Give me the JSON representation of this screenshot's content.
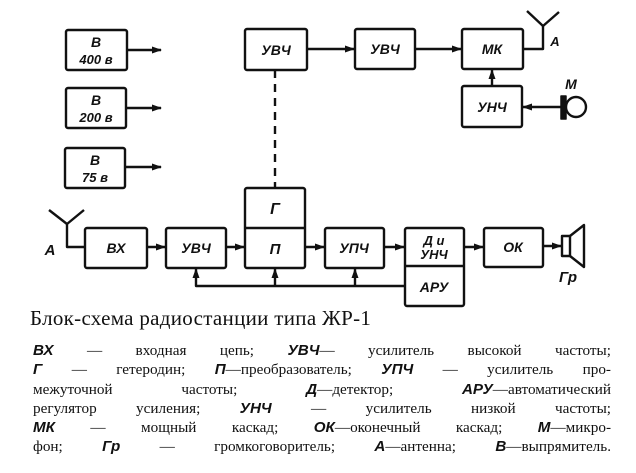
{
  "diagram": {
    "rectifiers": [
      {
        "id": "rect-400",
        "line1": "В",
        "line2": "400 в"
      },
      {
        "id": "rect-200",
        "line1": "В",
        "line2": "200 в"
      },
      {
        "id": "rect-75",
        "line1": "В",
        "line2": "75 в"
      }
    ],
    "transmitter": {
      "uvch1": "УВЧ",
      "uvch2": "УВЧ",
      "mk": "МК",
      "unch": "УНЧ",
      "antenna_label": "А",
      "mic_label": "М"
    },
    "receiver": {
      "antenna_label": "А",
      "vx": "ВХ",
      "uvch": "УВЧ",
      "g": "Г",
      "p": "П",
      "upch": "УПЧ",
      "d_line1": "Д и",
      "d_line2": "УНЧ",
      "aru": "АРУ",
      "ok": "ОК",
      "speaker_label": "Гр"
    }
  },
  "caption": "Блок-схема радиостанции типа ЖР-1",
  "legend": [
    [
      {
        "b": "ВХ"
      },
      {
        "t": " — входная цепь; "
      },
      {
        "b": "УВЧ"
      },
      {
        "t": "— усилитель высокой частоты;"
      }
    ],
    [
      {
        "b": "Г"
      },
      {
        "t": " — гетеродин; "
      },
      {
        "b": "П"
      },
      {
        "t": "—преобразователь; "
      },
      {
        "b": "УПЧ"
      },
      {
        "t": " — усилитель про-"
      }
    ],
    [
      {
        "t": "межуточной частоты; "
      },
      {
        "b": "Д"
      },
      {
        "t": "—детектор; "
      },
      {
        "b": "АРУ"
      },
      {
        "t": "—автоматический"
      }
    ],
    [
      {
        "t": "регулятор усиления; "
      },
      {
        "b": "УНЧ"
      },
      {
        "t": " — усилитель низкой частоты;"
      }
    ],
    [
      {
        "b": "МК"
      },
      {
        "t": " — мощный каскад; "
      },
      {
        "b": "ОК"
      },
      {
        "t": "—оконечный каскад; "
      },
      {
        "b": "М"
      },
      {
        "t": "—микро-"
      }
    ],
    [
      {
        "t": "фон; "
      },
      {
        "b": "Гр"
      },
      {
        "t": " — громкоговоритель; "
      },
      {
        "b": "А"
      },
      {
        "t": "—антенна; "
      },
      {
        "b": "В"
      },
      {
        "t": "—выпрямитель."
      }
    ]
  ]
}
